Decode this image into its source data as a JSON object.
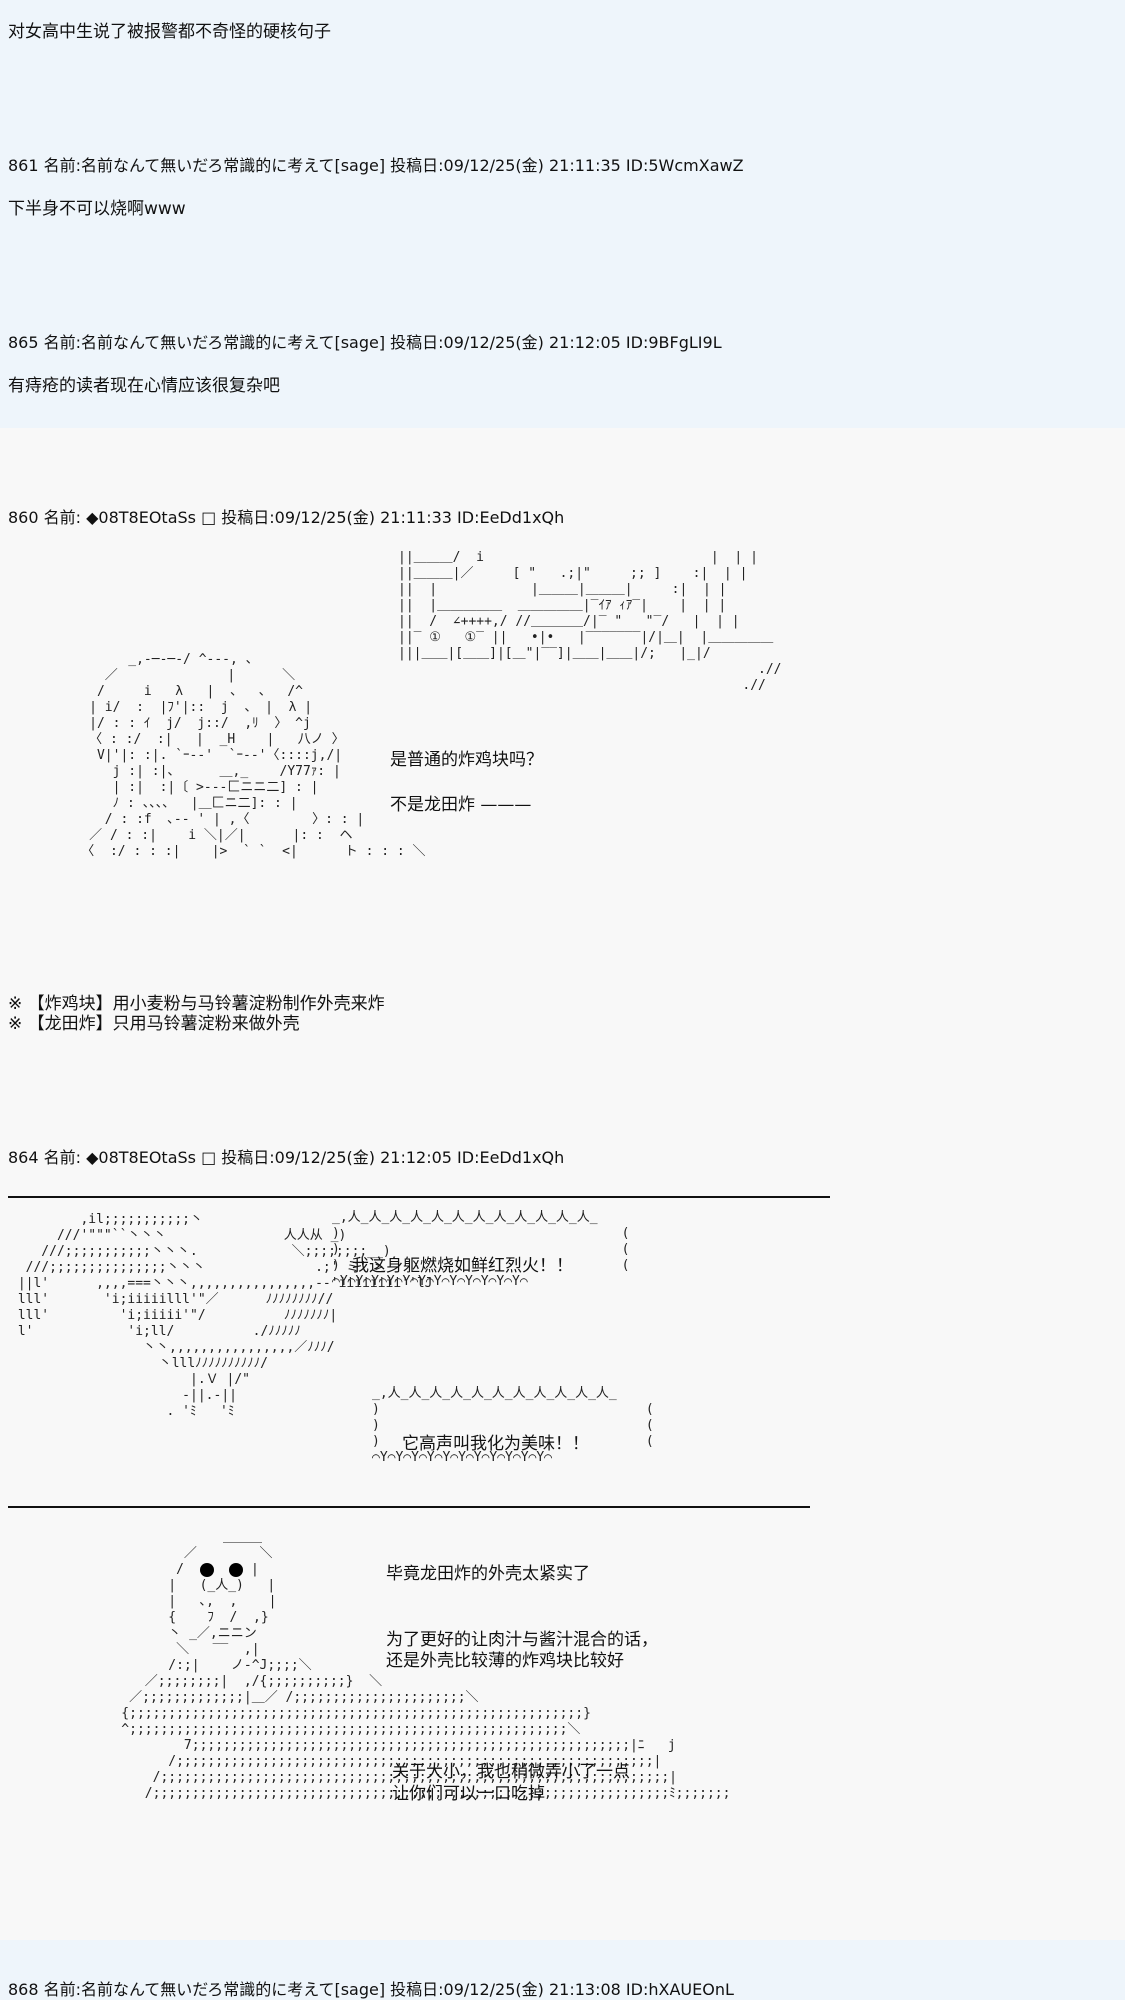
{
  "posts": {
    "p0": {
      "body": "对女高中生说了被报警都不奇怪的硬核句子"
    },
    "p861": {
      "header": "861 名前:名前なんて無いだろ常識的に考えて[sage] 投稿日:09/12/25(金) 21:11:35 ID:5WcmXawZ",
      "body": "下半身不可以烧啊www"
    },
    "p865": {
      "header": "865 名前:名前なんて無いだろ常識的に考えて[sage] 投稿日:09/12/25(金) 21:12:05 ID:9BFgLI9L",
      "body": "有痔疮的读者现在心情应该很复杂吧"
    },
    "p860": {
      "header": "860 名前: ◆08T8EOtaSs □ 投稿日:09/12/25(金) 21:11:33 ID:EeDd1xQh",
      "line1": "是普通的炸鸡块吗？",
      "line2": "不是龙田炸 ———",
      "note1": "※ 【炸鸡块】用小麦粉与马铃薯淀粉制作外壳来炸",
      "note2": "※ 【龙田炸】只用马铃薯淀粉来做外壳"
    },
    "p864": {
      "header": "864 名前: ◆08T8EOtaSs □ 投稿日:09/12/25(金) 21:12:05 ID:EeDd1xQh",
      "bubble1": "我这身躯燃烧如鲜红烈火！！",
      "bubble2": "它高声叫我化为美味！！",
      "line1": "毕竟龙田炸的外壳太紧实了",
      "line2": "为了更好的让肉汁与酱汁混合的话，",
      "line3": "还是外壳比较薄的炸鸡块比较好",
      "line4": "关于大小，我也稍微弄小了一点",
      "line5": "让你们可以一口吃掉"
    },
    "p868": {
      "header": "868 名前:名前なんて無いだろ常識的に考えて[sage] 投稿日:09/12/25(金) 21:13:08 ID:hXAUEOnL"
    }
  },
  "colors": {
    "band_blue": "#eef5fb",
    "band_gray": "#f8f8f8"
  }
}
